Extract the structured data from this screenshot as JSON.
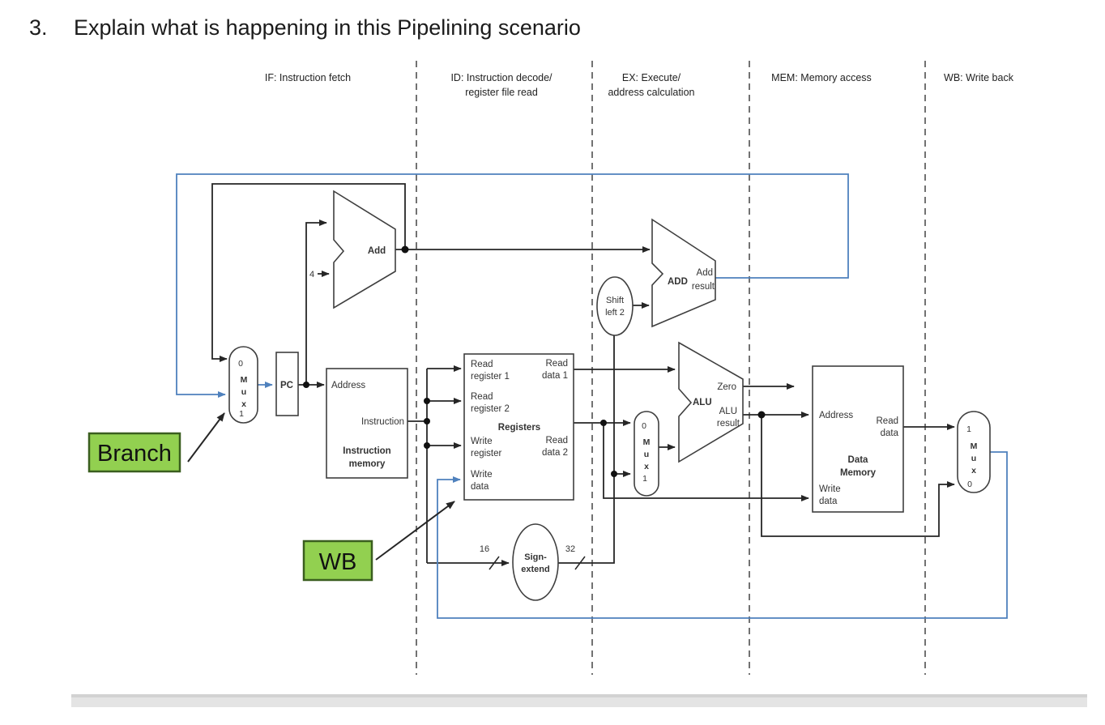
{
  "title": {
    "number": "3.",
    "text": "Explain what is happening in this Pipelining scenario"
  },
  "colors": {
    "green": "#92d050",
    "green_border": "#3a5e1f",
    "blue": "#4f81bd",
    "line": "#262626"
  },
  "stage_headers": [
    {
      "line1": "IF: Instruction fetch",
      "line2": ""
    },
    {
      "line1": "ID: Instruction decode/",
      "line2": "register file read"
    },
    {
      "line1": "EX: Execute/",
      "line2": "address calculation"
    },
    {
      "line1": "MEM: Memory access",
      "line2": ""
    },
    {
      "line1": "WB: Write back",
      "line2": ""
    }
  ],
  "labels": {
    "pc": "PC",
    "add": "Add",
    "four": "4",
    "mux_m": "M",
    "mux_u": "u",
    "mux_x": "x",
    "mux0": "0",
    "mux1": "1",
    "imem_address": "Address",
    "imem_instruction": "Instruction",
    "imem_name1": "Instruction",
    "imem_name2": "memory",
    "reg_read1a": "Read",
    "reg_read1b": "register 1",
    "reg_read2a": "Read",
    "reg_read2b": "register 2",
    "reg_name": "Registers",
    "reg_writera": "Write",
    "reg_writerb": "register",
    "reg_writeda": "Write",
    "reg_writedb": "data",
    "reg_rd1a": "Read",
    "reg_rd1b": "data 1",
    "reg_rd2a": "Read",
    "reg_rd2b": "data 2",
    "sign1": "Sign-",
    "sign2": "extend",
    "bits16": "16",
    "bits32": "32",
    "shift1": "Shift",
    "shift2": "left 2",
    "add2": "ADD",
    "addres1": "Add",
    "addres2": "result",
    "alu": "ALU",
    "zero": "Zero",
    "alures1": "ALU",
    "alures2": "result",
    "dmem_address": "Address",
    "dmem_read1": "Read",
    "dmem_read2": "data",
    "dmem_name1": "Data",
    "dmem_name2": "Memory",
    "dmem_write1": "Write",
    "dmem_write2": "data"
  },
  "annotations": {
    "branch": "Branch",
    "wb": "WB"
  }
}
